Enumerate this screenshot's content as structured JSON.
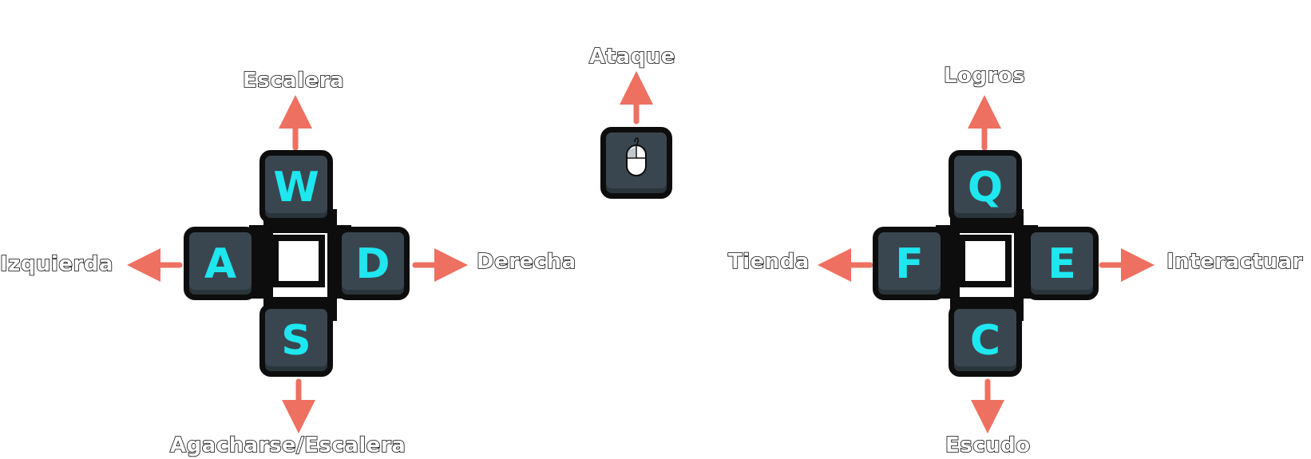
{
  "colors": {
    "key_face": "#3a464f",
    "key_letter": "#1ee7f0",
    "arrow": "#ee7060",
    "outline": "#0d0d0d"
  },
  "left_cluster": {
    "keys": {
      "up": "W",
      "left": "A",
      "right": "D",
      "down": "S"
    },
    "labels": {
      "up": "Escalera",
      "left": "Izquierda",
      "right": "Derecha",
      "down": "Agacharse/Escalera"
    }
  },
  "mouse": {
    "icon": "mouse-icon",
    "label": "Ataque"
  },
  "right_cluster": {
    "keys": {
      "up": "Q",
      "left": "F",
      "right": "E",
      "down": "C"
    },
    "labels": {
      "up": "Logros",
      "left": "Tienda",
      "right": "Interactuar",
      "down": "Escudo"
    }
  }
}
